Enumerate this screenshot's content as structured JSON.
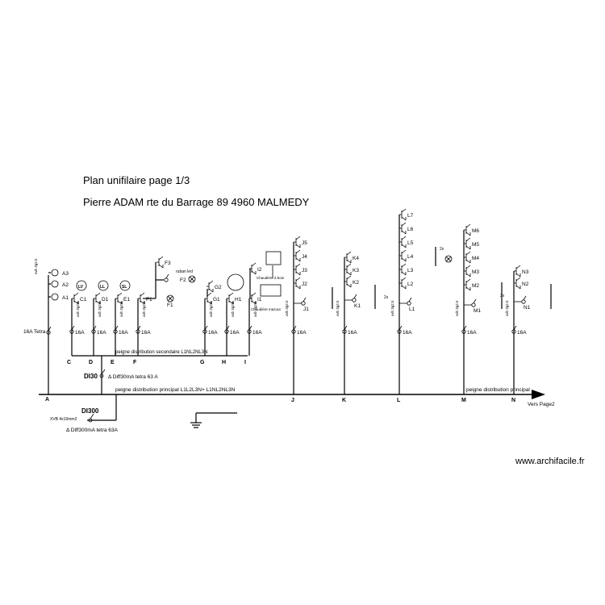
{
  "header": {
    "title": "Plan unifilaire  page 1/3",
    "address": "Pierre ADAM rte du Barrage 89 4960 MALMEDY"
  },
  "watermark": "www.archifacile.fr",
  "buses": {
    "secondary": "peigne distribution secondaire  L1NL2NL3N",
    "main": "peigne distribution principal L1L2L3N+ L1NL2NL3N",
    "main_right": "peigne distribution principal",
    "next_page": "Vers Page2"
  },
  "differentials": {
    "di30_name": "DI30",
    "di30_label": "Δ Diff30mA tetra 63 A",
    "di300_name": "DI300",
    "di300_label": "Δ Diff300mA tetra 63A",
    "supply_cable": "XVB 4x10mm2"
  },
  "breakers": {
    "A": "16A Tetra",
    "rating": "16A"
  },
  "columns": [
    "A",
    "C",
    "D",
    "E",
    "F",
    "G",
    "H",
    "I",
    "J",
    "K",
    "L",
    "M",
    "N"
  ],
  "cable": "xvb 3g2.5",
  "loads": {
    "A": [
      "A3",
      "A2",
      "A1"
    ],
    "C": [
      "C1"
    ],
    "D": [
      "D1"
    ],
    "E": [
      "E1"
    ],
    "F": [
      "F3",
      "F2",
      "F1",
      "F1"
    ],
    "G": [
      "G2",
      "G1"
    ],
    "H": [
      "H1"
    ],
    "I": [
      "I2",
      "I1"
    ],
    "J": [
      "J5",
      "J4",
      "J3",
      "J2",
      "J1"
    ],
    "K": [
      "K4",
      "K3",
      "K2",
      "K1"
    ],
    "L": [
      "L7",
      "L6",
      "L5",
      "L4",
      "L3",
      "L2",
      "L1"
    ],
    "M": [
      "M6",
      "M5",
      "M4",
      "M3",
      "M2",
      "M1"
    ],
    "N": [
      "N3",
      "N2",
      "N1"
    ]
  },
  "symbols": {
    "lv": "LV",
    "ll": "LL",
    "sl": "SL"
  },
  "notes": {
    "ruban": "ruban led",
    "chaudiere_bois": "Chaudière à bois",
    "chaudiere_mazout": "Chaudière mazout",
    "x2": "2x",
    "x3": "3x"
  },
  "colors": {
    "ink": "#000000",
    "background": "#ffffff"
  }
}
